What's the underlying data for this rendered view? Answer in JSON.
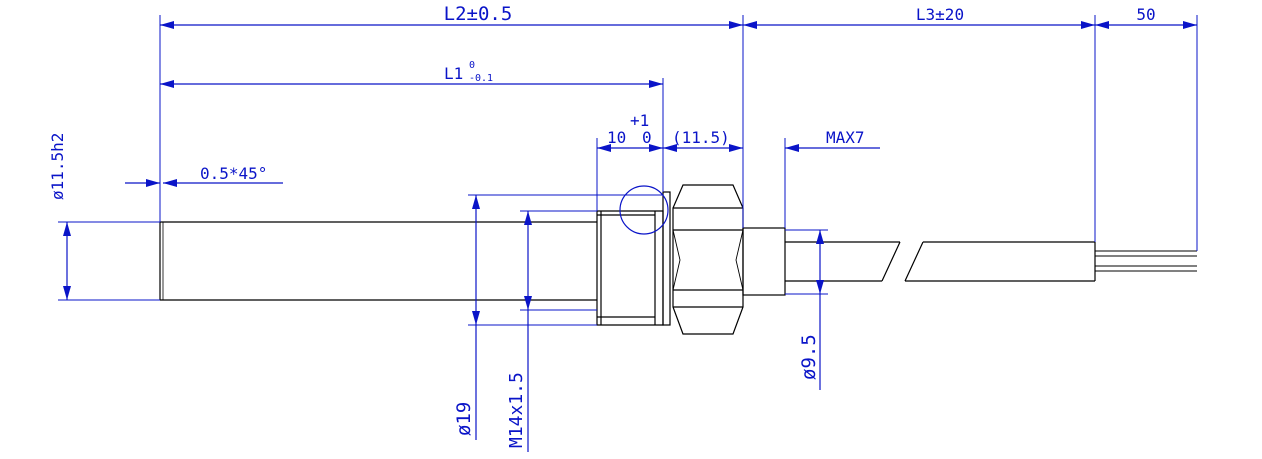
{
  "colors": {
    "dimension": "#0a14c8",
    "outline": "#000000",
    "background": "#ffffff"
  },
  "dimensions": {
    "l2": "L2±0.5",
    "l3": "L3±20",
    "lead": "50",
    "l1_main": "L1",
    "l1_upper": "0",
    "l1_lower": "-0.1",
    "tol_plus": "+1",
    "thread_len": "10",
    "thread_len_tol": "0",
    "hex_len": "(11.5)",
    "max7": "MAX7",
    "chamfer": "0.5*45°",
    "dia_body": "ø11.5h2",
    "dia_hex": "ø19",
    "thread": "M14x1.5",
    "dia_cable": "ø9.5"
  }
}
